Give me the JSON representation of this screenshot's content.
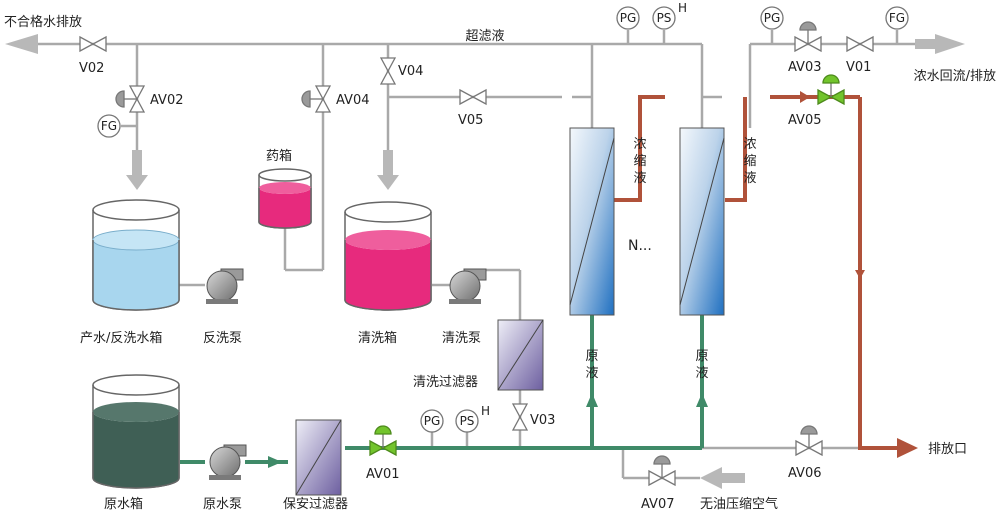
{
  "labels": {
    "non_conforming_discharge": "不合格水排放",
    "permeate": "超滤液",
    "concentrate_return": "浓水回流/排放",
    "product_backwash_tank": "产水/反洗水箱",
    "backwash_pump": "反洗泵",
    "chem_tank": "药箱",
    "cleaning_tank": "清洗箱",
    "cleaning_pump": "清洗泵",
    "cleaning_filter": "清洗过滤器",
    "raw_tank": "原水箱",
    "raw_pump": "原水泵",
    "security_filter": "保安过滤器",
    "drain_outlet": "排放口",
    "oil_free_air": "无油压缩空气",
    "concentrate_1": "浓缩液",
    "concentrate_2": "浓缩液",
    "feed_1": "原液",
    "feed_2": "原液",
    "n_modules": "N..."
  },
  "valves": {
    "v02": "V02",
    "av02": "AV02",
    "av04": "AV04",
    "v04": "V04",
    "v05": "V05",
    "av03": "AV03",
    "v01": "V01",
    "av05": "AV05",
    "v03": "V03",
    "av01": "AV01",
    "av06": "AV06",
    "av07": "AV07"
  },
  "instruments": {
    "fg": "FG",
    "pg": "PG",
    "ps": "PS",
    "h": "H"
  },
  "colors": {
    "pipe": "#a9a9a9",
    "concentrate_line": "#b0523a",
    "feed_line": "#3f8a68",
    "arrow": "#b8b8b8",
    "product_water": "#a8d6ee",
    "cleaning_liquid": "#e72a7d",
    "raw_water": "#3f5f55",
    "valve_green": "#72c42c"
  }
}
